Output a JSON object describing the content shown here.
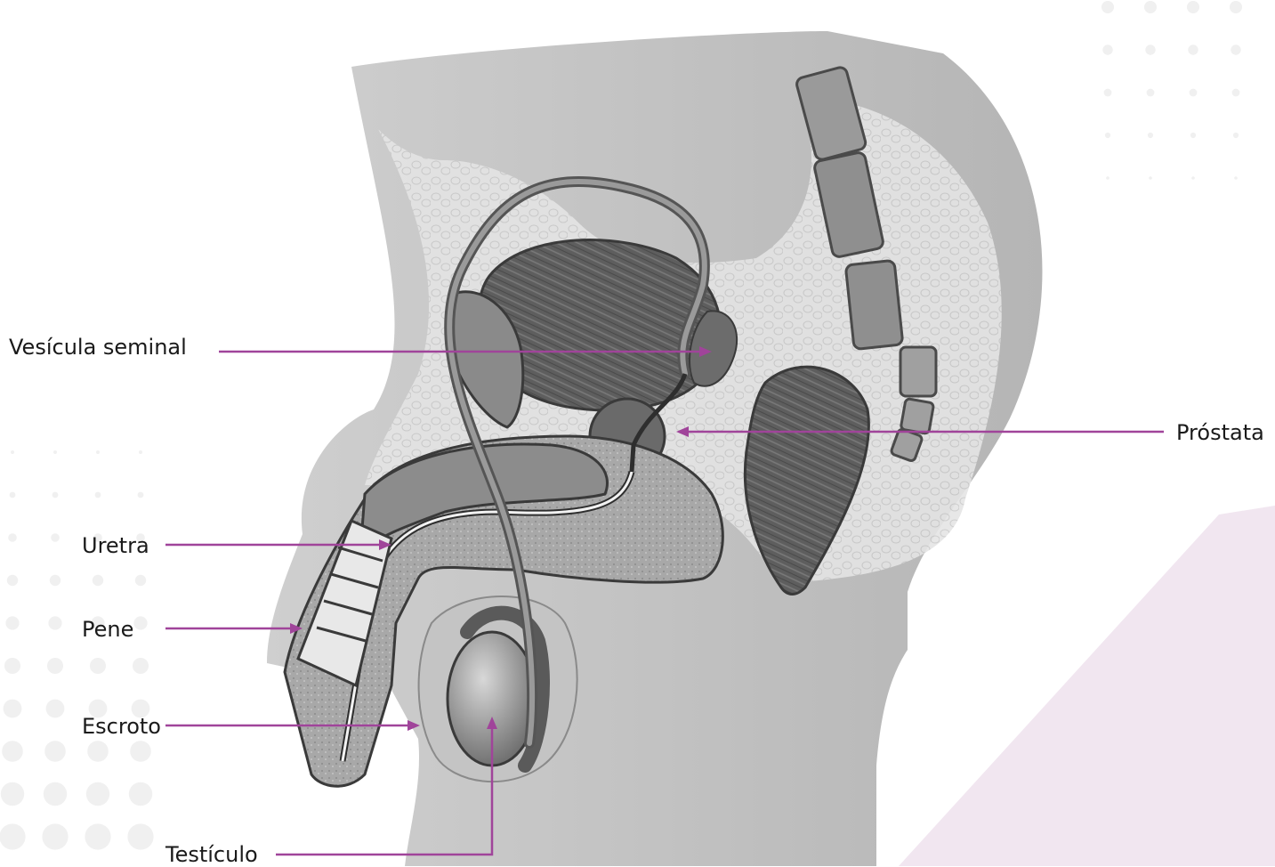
{
  "colors": {
    "accent": "#a0449a",
    "background_shape": "#f1e6f0",
    "dots": "#f0f0f0",
    "tissue_light": "#e2e2e2",
    "tissue_mid": "#bdbdbd",
    "tissue_dark": "#6e6e6e",
    "outline": "#4a4a4a"
  },
  "labels": {
    "vesicula_seminal": "Vesícula seminal",
    "prostata": "Próstata",
    "uretra": "Uretra",
    "pene": "Pene",
    "escroto": "Escroto",
    "testiculo": "Testículo"
  }
}
